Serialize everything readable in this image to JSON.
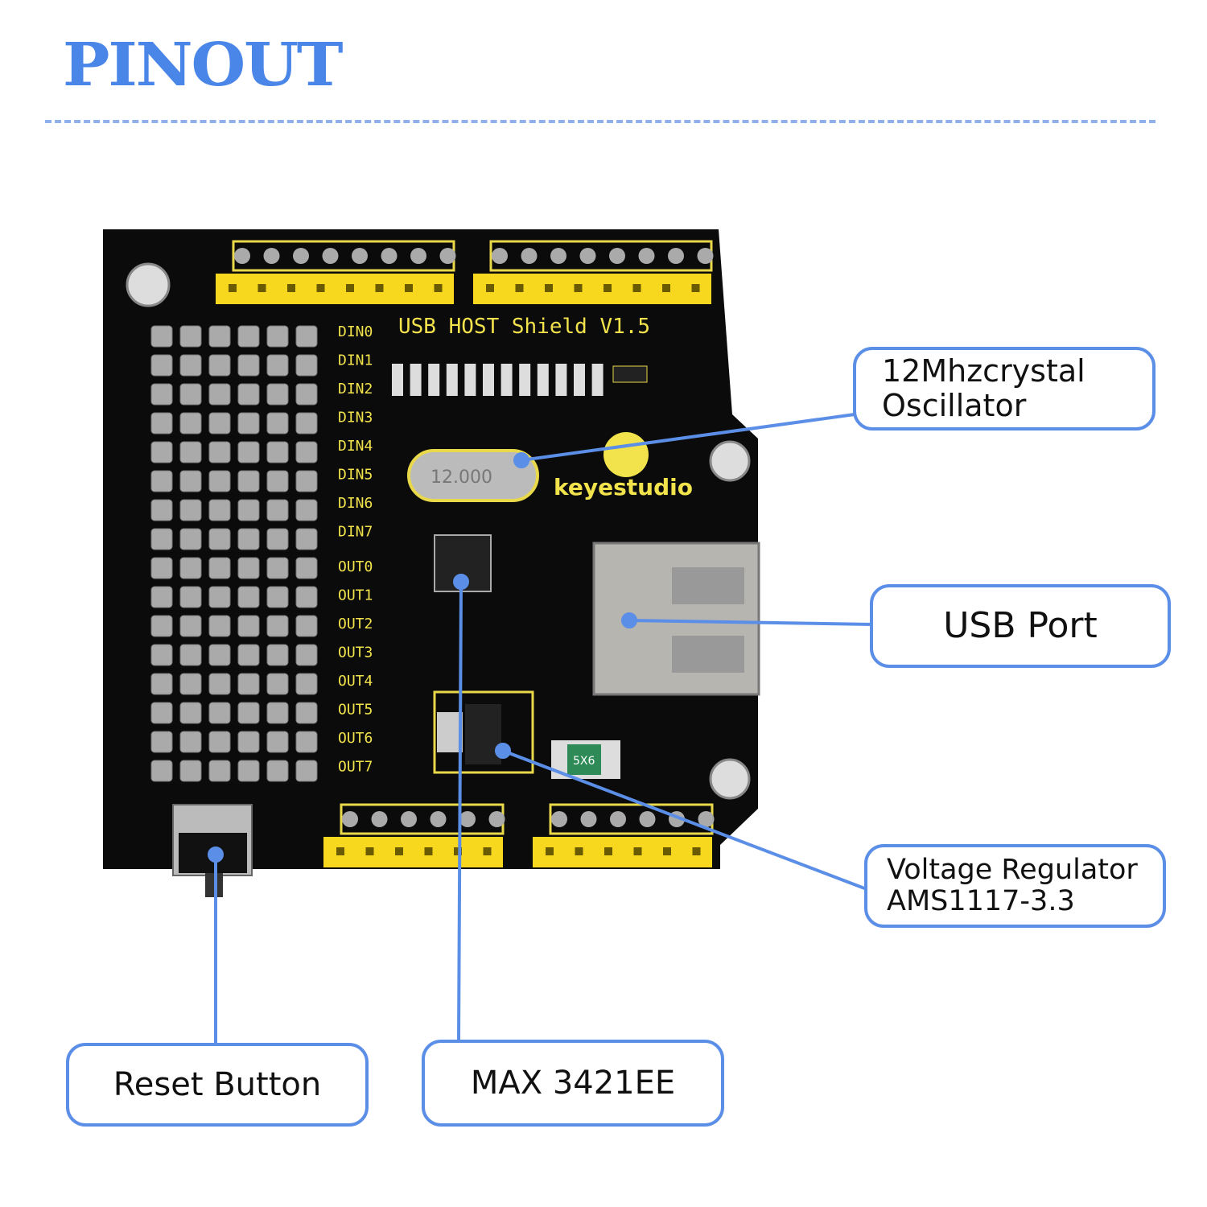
{
  "title": "PINOUT",
  "colors": {
    "accent": "#4a86e8",
    "callout_border": "#5b8ee6",
    "pcb": "#0b0b0b",
    "silkscreen": "#f2e34c",
    "header": "#f7d81e"
  },
  "board": {
    "name": "USB HOST Shield V1.5",
    "brand": "keyestudio",
    "crystal_marking": "12.000",
    "fuse_marking": "5X6",
    "din_labels": [
      "DIN0",
      "DIN1",
      "DIN2",
      "DIN3",
      "DIN4",
      "DIN5",
      "DIN6",
      "DIN7"
    ],
    "out_labels": [
      "OUT0",
      "OUT1",
      "OUT2",
      "OUT3",
      "OUT4",
      "OUT5",
      "OUT6",
      "OUT7"
    ]
  },
  "callouts": {
    "crystal": {
      "line1": "12Mhzcrystal",
      "line2": "Oscillator"
    },
    "usb": {
      "label": "USB Port"
    },
    "regulator": {
      "line1": "Voltage Regulator",
      "line2": "AMS1117-3.3"
    },
    "reset": {
      "label": "Reset Button"
    },
    "max": {
      "label": "MAX 3421EE"
    }
  }
}
